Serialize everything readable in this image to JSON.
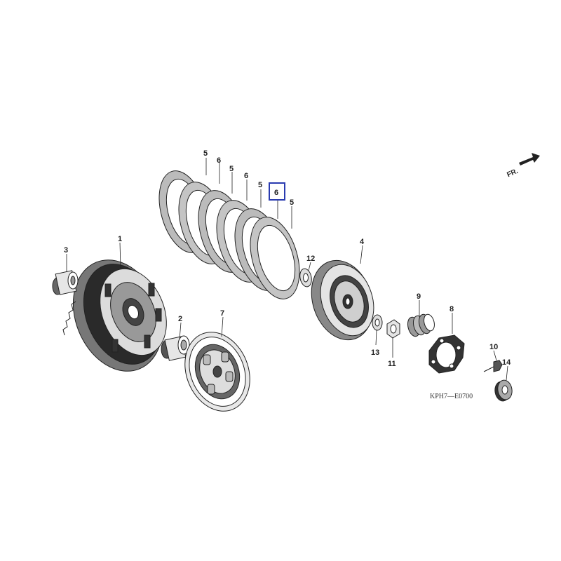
{
  "diagram": {
    "code": "KPH7—E0700",
    "direction_label": "FR.",
    "highlighted_callout": "6",
    "callouts": {
      "c1": "1",
      "c2": "2",
      "c3": "3",
      "c4": "4",
      "c5a": "5",
      "c5b": "5",
      "c5c": "5",
      "c5d": "5",
      "c6a": "6",
      "c6b": "6",
      "c6c": "6",
      "c7": "7",
      "c8": "8",
      "c9": "9",
      "c10": "10",
      "c11": "11",
      "c12": "12",
      "c13": "13",
      "c14": "14"
    },
    "colors": {
      "highlight_box": "#2a3bb0",
      "line": "#222222"
    }
  }
}
